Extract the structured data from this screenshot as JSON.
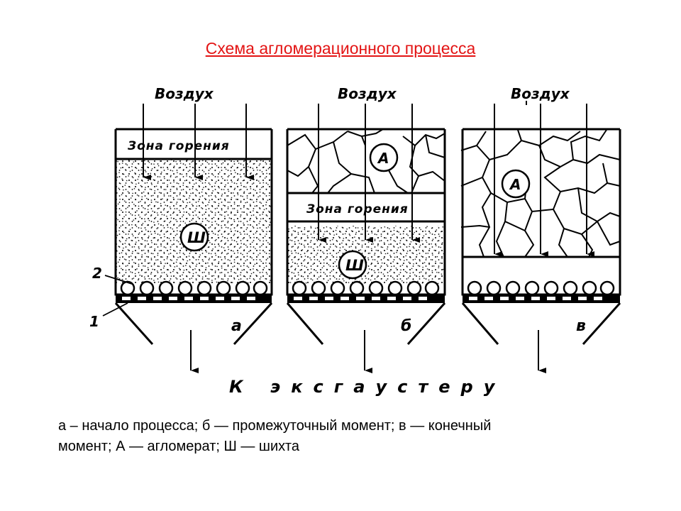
{
  "title": "Схема агломерационного процесса",
  "labels": {
    "air": "Воздух",
    "combustion_zone": "Зона горения",
    "agglomerate": "А",
    "charge": "Ш",
    "exhauster": "К эксгаустеру",
    "num_1": "1",
    "num_2": "2",
    "stage_a": "а",
    "stage_b": "б",
    "stage_c": "в"
  },
  "caption": {
    "line1": "а – начало процесса; б — промежуточный момент; в — конечный",
    "line2": "момент;  А — агломерат; Ш — шихта"
  }
}
